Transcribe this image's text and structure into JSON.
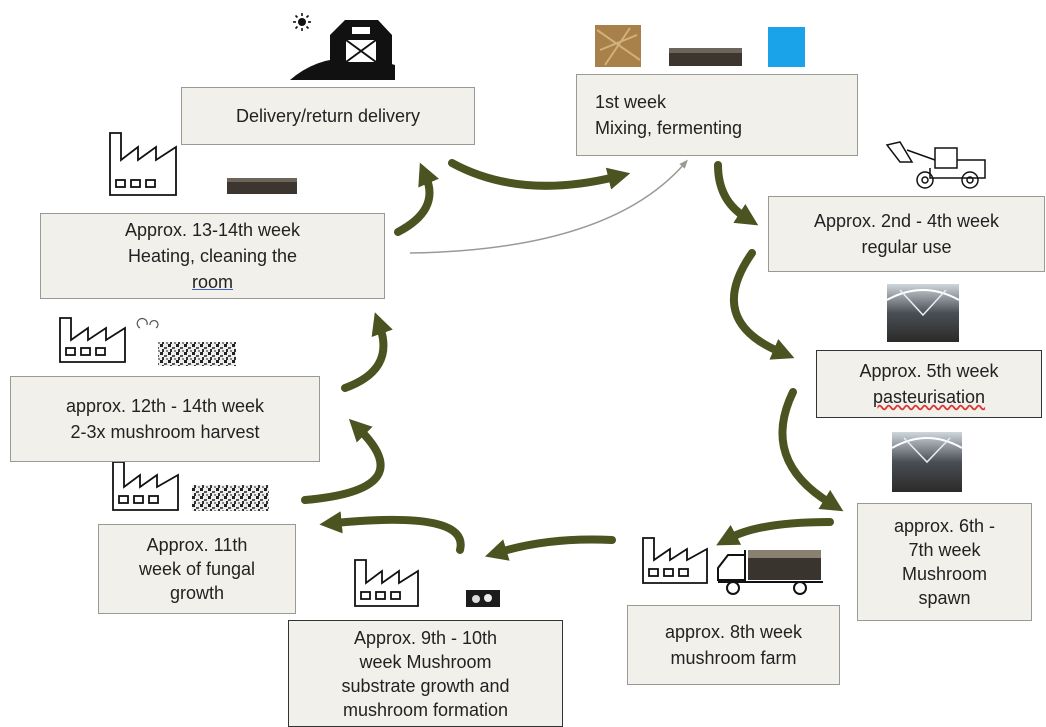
{
  "colors": {
    "arrow": "#4b5320",
    "box_fill": "#f1f0ea",
    "box_border": "#9a9a94",
    "thin_arrow": "#9a9a94"
  },
  "stages": {
    "delivery": {
      "line1": "Delivery/return delivery"
    },
    "week1": {
      "line1": "1st week",
      "line2": "Mixing, fermenting"
    },
    "week2_4": {
      "line1": "Approx. 2nd - 4th week",
      "line2": "regular use"
    },
    "week5": {
      "line1": "Approx. 5th week",
      "line2": "pasteurisation"
    },
    "week6_7": {
      "line1": "approx. 6th -",
      "line2": "7th week",
      "line3": "Mushroom",
      "line4": "spawn"
    },
    "week8": {
      "line1": "approx. 8th week",
      "line2": "mushroom farm"
    },
    "week9_10": {
      "line1": "Approx. 9th - 10th",
      "line2": "week Mushroom",
      "line3": "substrate growth and",
      "line4": "mushroom formation"
    },
    "week11": {
      "line1": "Approx. 11th",
      "line2": "week of fungal",
      "line3": "growth"
    },
    "week12_14": {
      "line1": "approx. 12th - 14th week",
      "line2": "2-3x mushroom harvest"
    },
    "week13_14": {
      "line1": "Approx. 13-14th week",
      "line2": "Heating, cleaning the",
      "line2_underlined": "room"
    }
  },
  "icons": [
    "sun-icon",
    "barn-icon",
    "straw-photo",
    "manure-photo",
    "water-photo",
    "wheel-loader-icon",
    "tunnel-photo",
    "factory-icon",
    "truck-icon",
    "mycelium-photo"
  ]
}
